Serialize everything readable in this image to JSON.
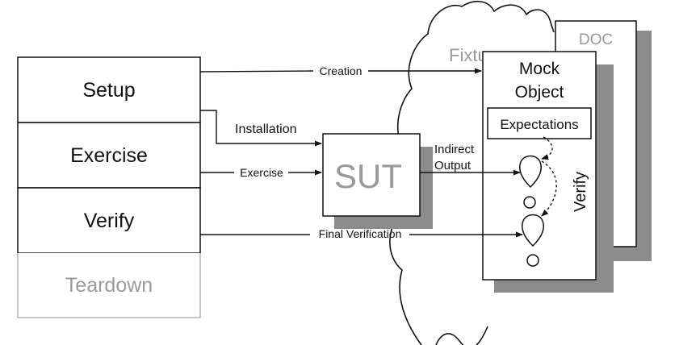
{
  "phases": {
    "setup": "Setup",
    "exercise": "Exercise",
    "verify": "Verify",
    "teardown": "Teardown"
  },
  "fixture_label": "Fixture",
  "doc_label": "DOC",
  "mock_object_line1": "Mock",
  "mock_object_line2": "Object",
  "expectations_label": "Expectations",
  "mock_verify_label": "Verify",
  "sut_label": "SUT",
  "arrows": {
    "creation": "Creation",
    "installation": "Installation",
    "exercise": "Exercise",
    "final_verification": "Final Verification",
    "indirect_output_line1": "Indirect",
    "indirect_output_line2": "Output"
  },
  "colors": {
    "stroke": "#111111",
    "shadow": "#8c8c8c",
    "muted_text": "#9a9a9a",
    "teardown_border": "#b5b5b5"
  }
}
